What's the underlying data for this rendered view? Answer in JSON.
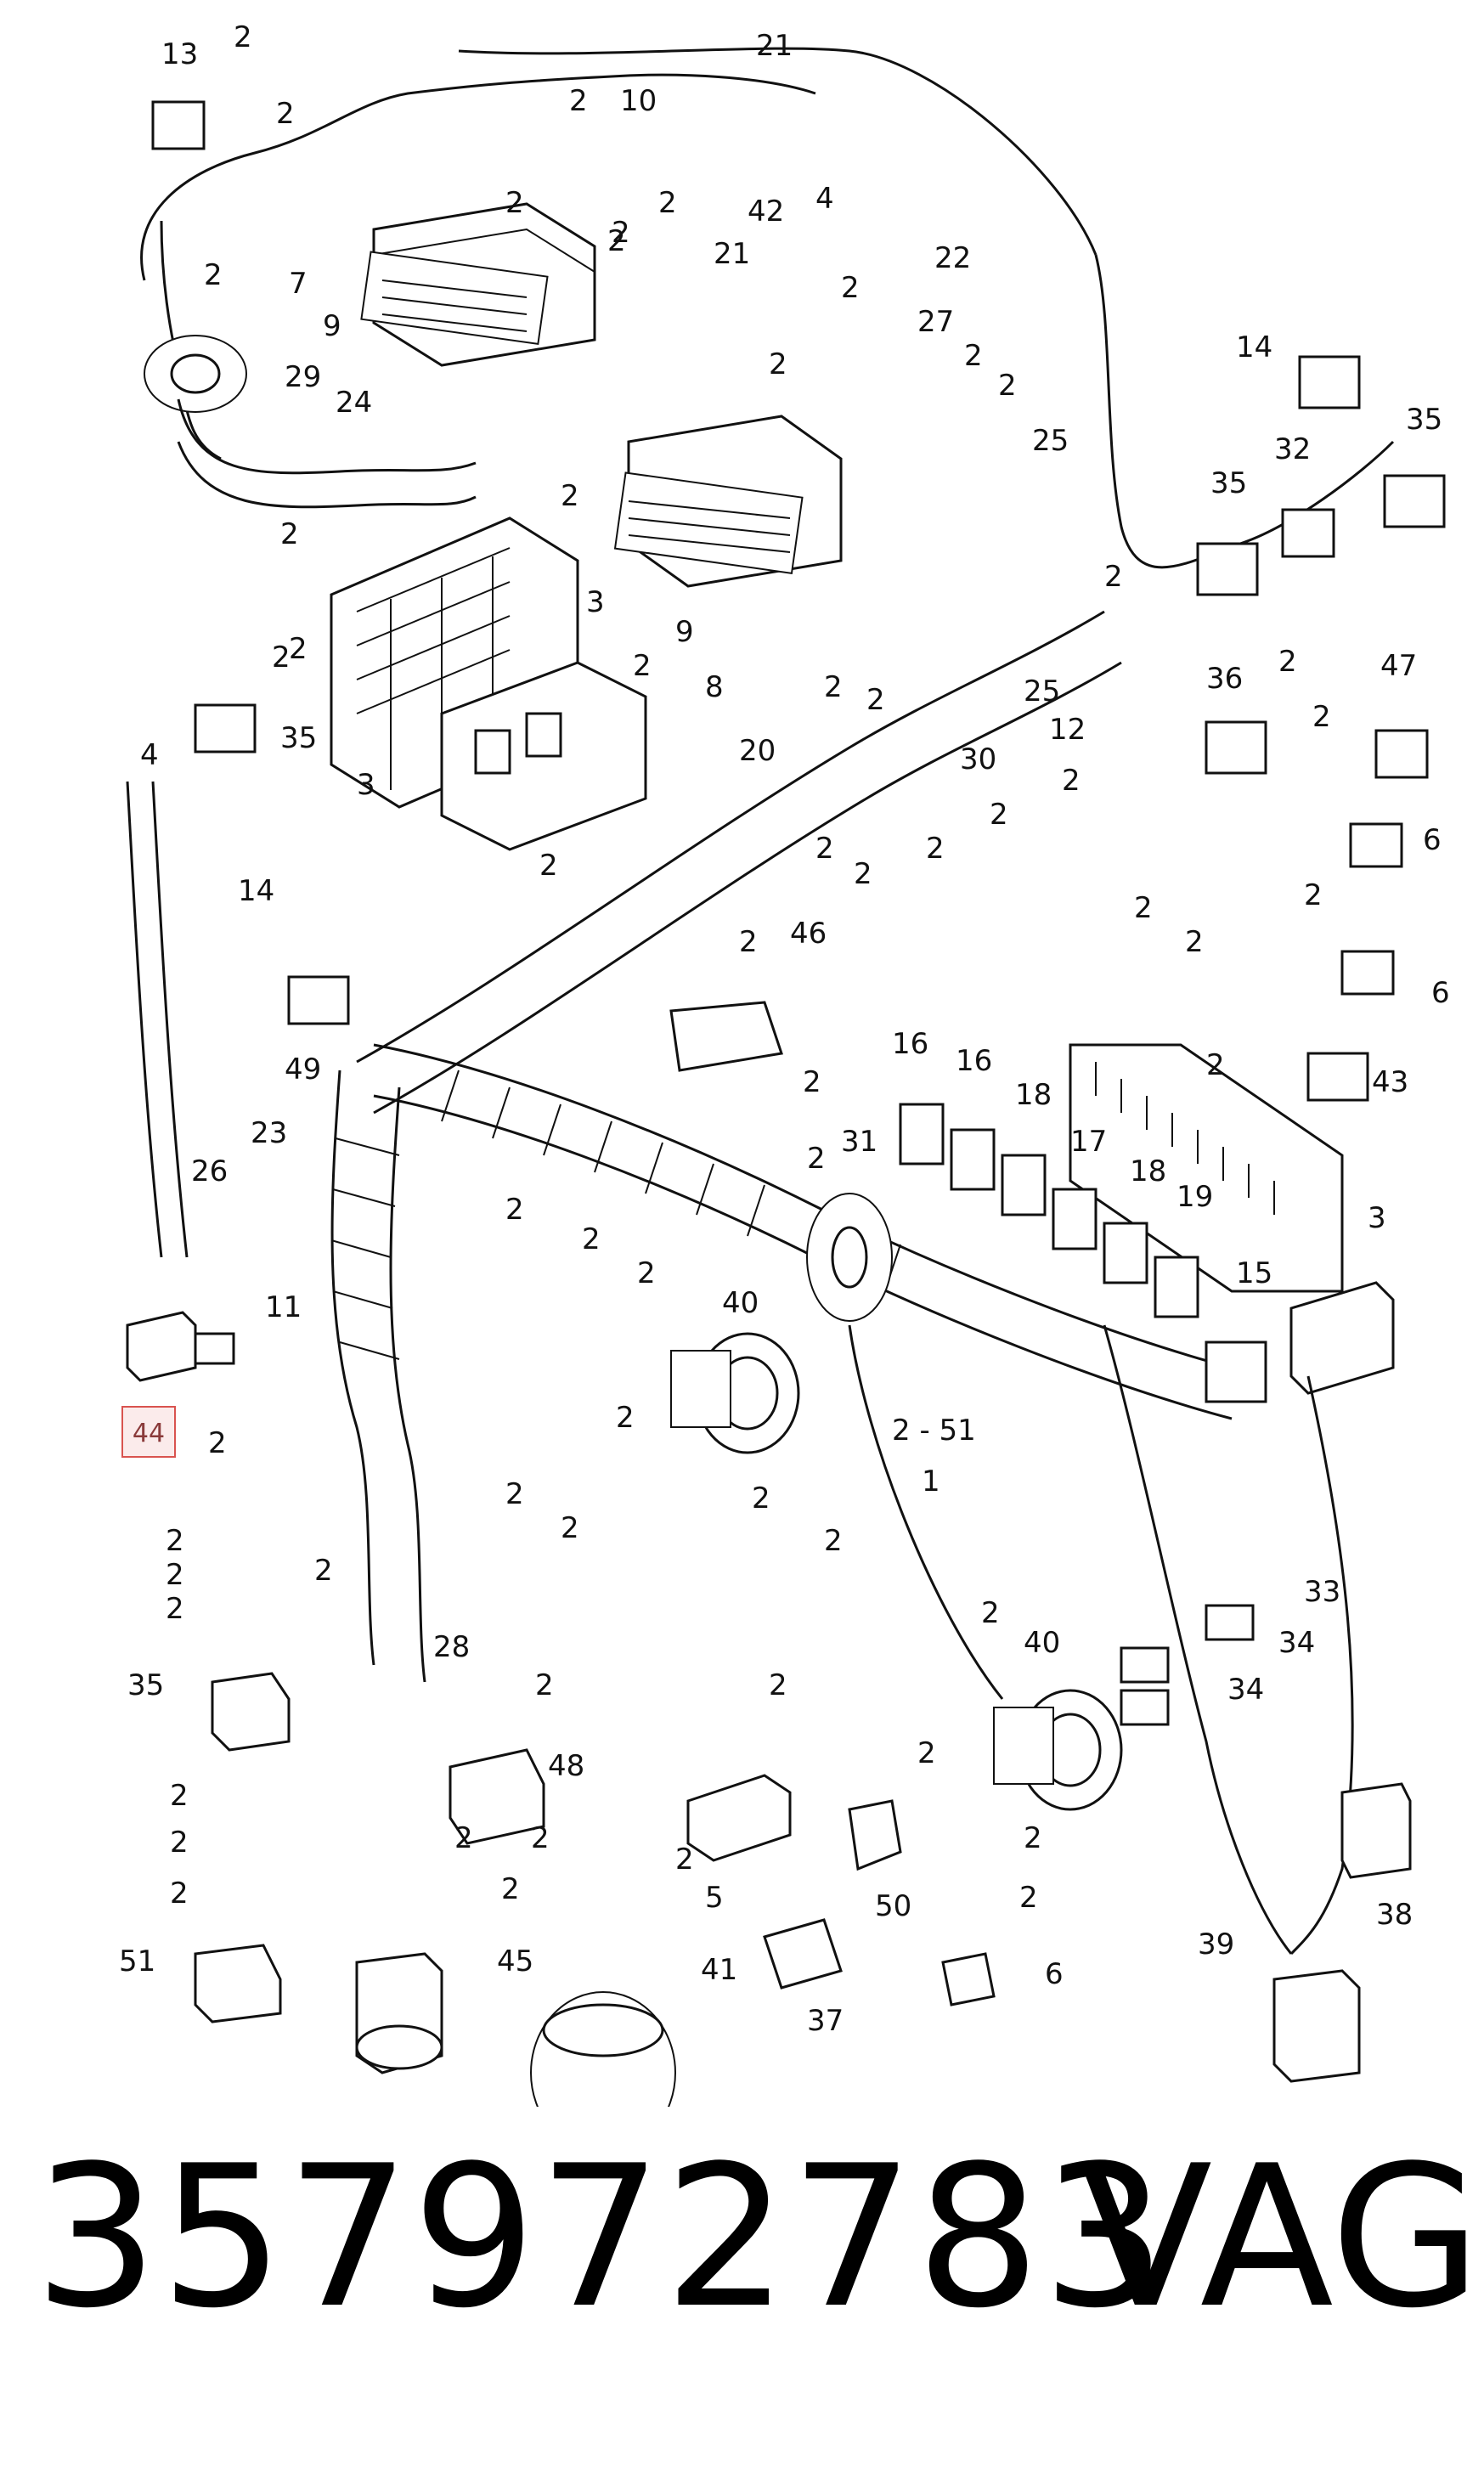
{
  "part_number": "357972783",
  "brand": "VAG",
  "highlighted_callout": "44",
  "callouts": [
    {
      "id": "c-13",
      "text": "13"
    },
    {
      "id": "c-2a",
      "text": "2"
    },
    {
      "id": "c-2b",
      "text": "2"
    },
    {
      "id": "c-2c",
      "text": "2"
    },
    {
      "id": "c-2d",
      "text": "2"
    },
    {
      "id": "c-10",
      "text": "10"
    },
    {
      "id": "c-21a",
      "text": "21"
    },
    {
      "id": "c-2e",
      "text": "2"
    },
    {
      "id": "c-2f",
      "text": "2"
    },
    {
      "id": "c-42",
      "text": "42"
    },
    {
      "id": "c-2g",
      "text": "2"
    },
    {
      "id": "c-7",
      "text": "7"
    },
    {
      "id": "c-9a",
      "text": "9"
    },
    {
      "id": "c-2h",
      "text": "2"
    },
    {
      "id": "c-4a",
      "text": "4"
    },
    {
      "id": "c-21b",
      "text": "21"
    },
    {
      "id": "c-22",
      "text": "22"
    },
    {
      "id": "c-29",
      "text": "29"
    },
    {
      "id": "c-2i",
      "text": "2"
    },
    {
      "id": "c-27",
      "text": "27"
    },
    {
      "id": "c-2j",
      "text": "2"
    },
    {
      "id": "c-2k",
      "text": "2"
    },
    {
      "id": "c-24",
      "text": "24"
    },
    {
      "id": "c-2l",
      "text": "2"
    },
    {
      "id": "c-14a",
      "text": "14"
    },
    {
      "id": "c-35a",
      "text": "35"
    },
    {
      "id": "c-25a",
      "text": "25"
    },
    {
      "id": "c-35b",
      "text": "35"
    },
    {
      "id": "c-32",
      "text": "32"
    },
    {
      "id": "c-2m",
      "text": "2"
    },
    {
      "id": "c-2n",
      "text": "2"
    },
    {
      "id": "c-3a",
      "text": "3"
    },
    {
      "id": "c-2o",
      "text": "2"
    },
    {
      "id": "c-9b",
      "text": "9"
    },
    {
      "id": "c-2p",
      "text": "2"
    },
    {
      "id": "c-8",
      "text": "8"
    },
    {
      "id": "c-2q",
      "text": "2"
    },
    {
      "id": "c-25b",
      "text": "25"
    },
    {
      "id": "c-2r",
      "text": "2"
    },
    {
      "id": "c-2s",
      "text": "2"
    },
    {
      "id": "c-36",
      "text": "36"
    },
    {
      "id": "c-47",
      "text": "47"
    },
    {
      "id": "c-2t",
      "text": "2"
    },
    {
      "id": "c-4b",
      "text": "4"
    },
    {
      "id": "c-35c",
      "text": "35"
    },
    {
      "id": "c-2u",
      "text": "2"
    },
    {
      "id": "c-20",
      "text": "20"
    },
    {
      "id": "c-30",
      "text": "30"
    },
    {
      "id": "c-12",
      "text": "12"
    },
    {
      "id": "c-2v",
      "text": "2"
    },
    {
      "id": "c-3b",
      "text": "3"
    },
    {
      "id": "c-2w",
      "text": "2"
    },
    {
      "id": "c-14b",
      "text": "14"
    },
    {
      "id": "c-2x",
      "text": "2"
    },
    {
      "id": "c-2y",
      "text": "2"
    },
    {
      "id": "c-2z",
      "text": "2"
    },
    {
      "id": "c-6a",
      "text": "6"
    },
    {
      "id": "c-2aa",
      "text": "2"
    },
    {
      "id": "c-2ab",
      "text": "2"
    },
    {
      "id": "c-2ac",
      "text": "2"
    },
    {
      "id": "c-2ad",
      "text": "2"
    },
    {
      "id": "c-2ae",
      "text": "2"
    },
    {
      "id": "c-46",
      "text": "46"
    },
    {
      "id": "c-2af",
      "text": "2"
    },
    {
      "id": "c-6b",
      "text": "6"
    },
    {
      "id": "c-49",
      "text": "49"
    },
    {
      "id": "c-16a",
      "text": "16"
    },
    {
      "id": "c-16b",
      "text": "16"
    },
    {
      "id": "c-2ag",
      "text": "2"
    },
    {
      "id": "c-43",
      "text": "43"
    },
    {
      "id": "c-18a",
      "text": "18"
    },
    {
      "id": "c-2ah",
      "text": "2"
    },
    {
      "id": "c-23",
      "text": "23"
    },
    {
      "id": "c-31",
      "text": "31"
    },
    {
      "id": "c-17",
      "text": "17"
    },
    {
      "id": "c-18b",
      "text": "18"
    },
    {
      "id": "c-19",
      "text": "19"
    },
    {
      "id": "c-2ai",
      "text": "2"
    },
    {
      "id": "c-26",
      "text": "26"
    },
    {
      "id": "c-3c",
      "text": "3"
    },
    {
      "id": "c-2aj",
      "text": "2"
    },
    {
      "id": "c-2ak",
      "text": "2"
    },
    {
      "id": "c-40a",
      "text": "40"
    },
    {
      "id": "c-15",
      "text": "15"
    },
    {
      "id": "c-11",
      "text": "11"
    },
    {
      "id": "c-2al",
      "text": "2"
    },
    {
      "id": "c-2am",
      "text": "2"
    },
    {
      "id": "c-2-51",
      "text": "2 - 51"
    },
    {
      "id": "c-1",
      "text": "1"
    },
    {
      "id": "c-2an",
      "text": "2"
    },
    {
      "id": "c-2ao",
      "text": "2"
    },
    {
      "id": "c-2ap",
      "text": "2"
    },
    {
      "id": "c-2aq",
      "text": "2"
    },
    {
      "id": "c-2ar",
      "text": "2"
    },
    {
      "id": "c-2as",
      "text": "2"
    },
    {
      "id": "c-2at",
      "text": "2"
    },
    {
      "id": "c-2au",
      "text": "2"
    },
    {
      "id": "c-33",
      "text": "33"
    },
    {
      "id": "c-28",
      "text": "28"
    },
    {
      "id": "c-2av",
      "text": "2"
    },
    {
      "id": "c-40b",
      "text": "40"
    },
    {
      "id": "c-34a",
      "text": "34"
    },
    {
      "id": "c-35d",
      "text": "35"
    },
    {
      "id": "c-2aw",
      "text": "2"
    },
    {
      "id": "c-2ax",
      "text": "2"
    },
    {
      "id": "c-34b",
      "text": "34"
    },
    {
      "id": "c-48",
      "text": "48"
    },
    {
      "id": "c-2ay",
      "text": "2"
    },
    {
      "id": "c-2az",
      "text": "2"
    },
    {
      "id": "c-2ba",
      "text": "2"
    },
    {
      "id": "c-2bb",
      "text": "2"
    },
    {
      "id": "c-2bc",
      "text": "2"
    },
    {
      "id": "c-2bd",
      "text": "2"
    },
    {
      "id": "c-2be",
      "text": "2"
    },
    {
      "id": "c-2bf",
      "text": "2"
    },
    {
      "id": "c-38",
      "text": "38"
    },
    {
      "id": "c-5",
      "text": "5"
    },
    {
      "id": "c-50",
      "text": "50"
    },
    {
      "id": "c-2bg",
      "text": "2"
    },
    {
      "id": "c-2bh",
      "text": "2"
    },
    {
      "id": "c-51",
      "text": "51"
    },
    {
      "id": "c-45",
      "text": "45"
    },
    {
      "id": "c-41",
      "text": "41"
    },
    {
      "id": "c-6c",
      "text": "6"
    },
    {
      "id": "c-39",
      "text": "39"
    },
    {
      "id": "c-37",
      "text": "37"
    },
    {
      "id": "c-2bi",
      "text": "2"
    }
  ]
}
